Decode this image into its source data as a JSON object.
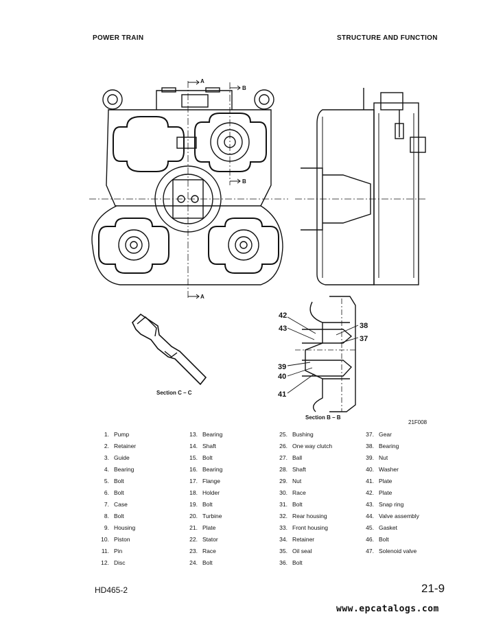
{
  "header": {
    "left": "POWER TRAIN",
    "right": "STRUCTURE AND FUNCTION"
  },
  "figure": {
    "section_markers": {
      "a_top": "A",
      "b_top": "B",
      "b_mid": "B",
      "a_bottom": "A"
    },
    "section_c_caption": "Section C – C",
    "section_b_caption": "Section B – B",
    "figure_code": "21F008",
    "callouts": [
      "42",
      "43",
      "38",
      "37",
      "39",
      "40",
      "41"
    ]
  },
  "parts": [
    [
      "1.",
      "Pump"
    ],
    [
      "2.",
      "Retainer"
    ],
    [
      "3.",
      "Guide"
    ],
    [
      "4.",
      "Bearing"
    ],
    [
      "5.",
      "Bolt"
    ],
    [
      "6.",
      "Bolt"
    ],
    [
      "7.",
      "Case"
    ],
    [
      "8.",
      "Bolt"
    ],
    [
      "9.",
      "Housing"
    ],
    [
      "10.",
      "Piston"
    ],
    [
      "11.",
      "Pin"
    ],
    [
      "12.",
      "Disc"
    ],
    [
      "13.",
      "Bearing"
    ],
    [
      "14.",
      "Shaft"
    ],
    [
      "15.",
      "Bolt"
    ],
    [
      "16.",
      "Bearing"
    ],
    [
      "17.",
      "Flange"
    ],
    [
      "18.",
      "Holder"
    ],
    [
      "19.",
      "Bolt"
    ],
    [
      "20.",
      "Turbine"
    ],
    [
      "21.",
      "Plate"
    ],
    [
      "22.",
      "Stator"
    ],
    [
      "23.",
      "Race"
    ],
    [
      "24.",
      "Bolt"
    ],
    [
      "25.",
      "Bushing"
    ],
    [
      "26.",
      "One way clutch"
    ],
    [
      "27.",
      "Ball"
    ],
    [
      "28.",
      "Shaft"
    ],
    [
      "29.",
      "Nut"
    ],
    [
      "30.",
      "Race"
    ],
    [
      "31.",
      "Bolt"
    ],
    [
      "32.",
      "Rear housing"
    ],
    [
      "33.",
      "Front housing"
    ],
    [
      "34.",
      "Retainer"
    ],
    [
      "35.",
      "Oil seal"
    ],
    [
      "36.",
      "Bolt"
    ],
    [
      "37.",
      "Gear"
    ],
    [
      "38.",
      "Bearing"
    ],
    [
      "39.",
      "Nut"
    ],
    [
      "40.",
      "Washer"
    ],
    [
      "41.",
      "Plate"
    ],
    [
      "42.",
      "Plate"
    ],
    [
      "43.",
      "Snap ring"
    ],
    [
      "44.",
      "Valve assembly"
    ],
    [
      "45.",
      "Gasket"
    ],
    [
      "46.",
      "Bolt"
    ],
    [
      "47.",
      "Solenoid valve"
    ]
  ],
  "footer": {
    "model": "HD465-2",
    "page": "21-9",
    "watermark": "www.epcatalogs.com"
  }
}
